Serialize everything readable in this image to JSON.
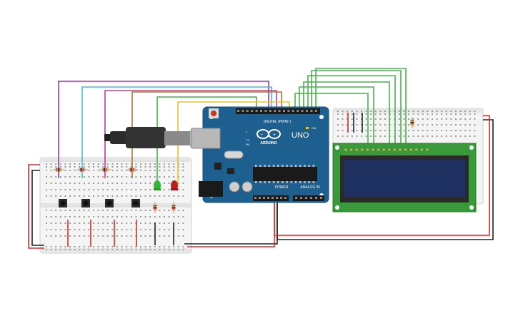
{
  "arduino": {
    "model": "UNO",
    "brand": "ARDUINO",
    "digital_label": "DIGITAL (PWM~)",
    "power_label": "POWER",
    "analog_label": "ANALOG IN",
    "on_label": "ON",
    "tx_label": "TX",
    "rx_label": "RX",
    "l_label": "L",
    "board_color": "#1d5f8f"
  },
  "lcd": {
    "screen_color": "#1e3160",
    "bezel_color": "#2e7a2e",
    "pcb_color": "#3a9a3a"
  },
  "wire_colors": {
    "purple": "#8e3fa3",
    "cyan": "#51b7d1",
    "magenta": "#c23a94",
    "brown": "#a97532",
    "green": "#4caf50",
    "yellow": "#e8c22a",
    "red": "#d32f2f",
    "black": "#222222"
  },
  "components": {
    "buttons": 4,
    "leds": [
      "green",
      "red"
    ],
    "led_colors": [
      "#35b535",
      "#b52020"
    ],
    "resistors": 7
  }
}
